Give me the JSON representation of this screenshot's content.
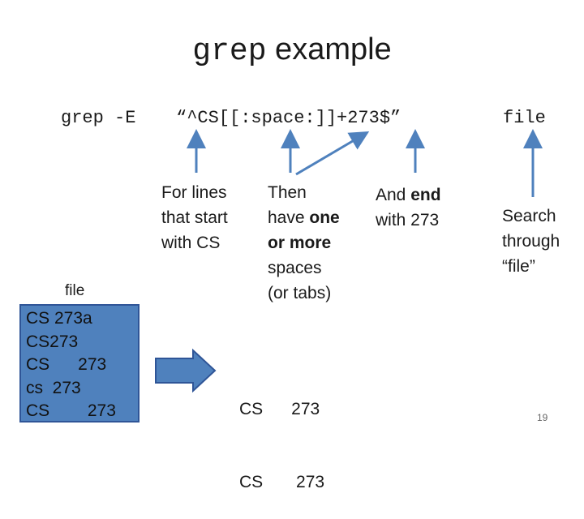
{
  "slide": {
    "title_code": "grep",
    "title_text": " example",
    "command": "grep -E",
    "pattern": "“^CS[[:space:]]+273$”",
    "file_arg": "file",
    "annotations": {
      "lines_start": "For lines\nthat start\nwith CS",
      "one_or_more": {
        "prefix": "Then\nhave ",
        "bold": "one\nor more",
        "suffix": "\nspaces\n(or tabs)"
      },
      "end_with": {
        "prefix": "And ",
        "bold": "end",
        "suffix": "\nwith 273"
      },
      "search_file": "Search\nthrough\n“file”"
    },
    "file_label": "file",
    "file_lines": [
      "CS 273a",
      "CS273",
      "CS      273",
      "cs  273",
      "CS        273"
    ],
    "result_lines": [
      "CS      273",
      "CS       273"
    ],
    "page_number": "19",
    "colors": {
      "file_box_fill": "#4f81bd",
      "file_box_border": "#2f5597",
      "arrow": "#4f81bd",
      "big_arrow_fill": "#4f81bd"
    }
  }
}
